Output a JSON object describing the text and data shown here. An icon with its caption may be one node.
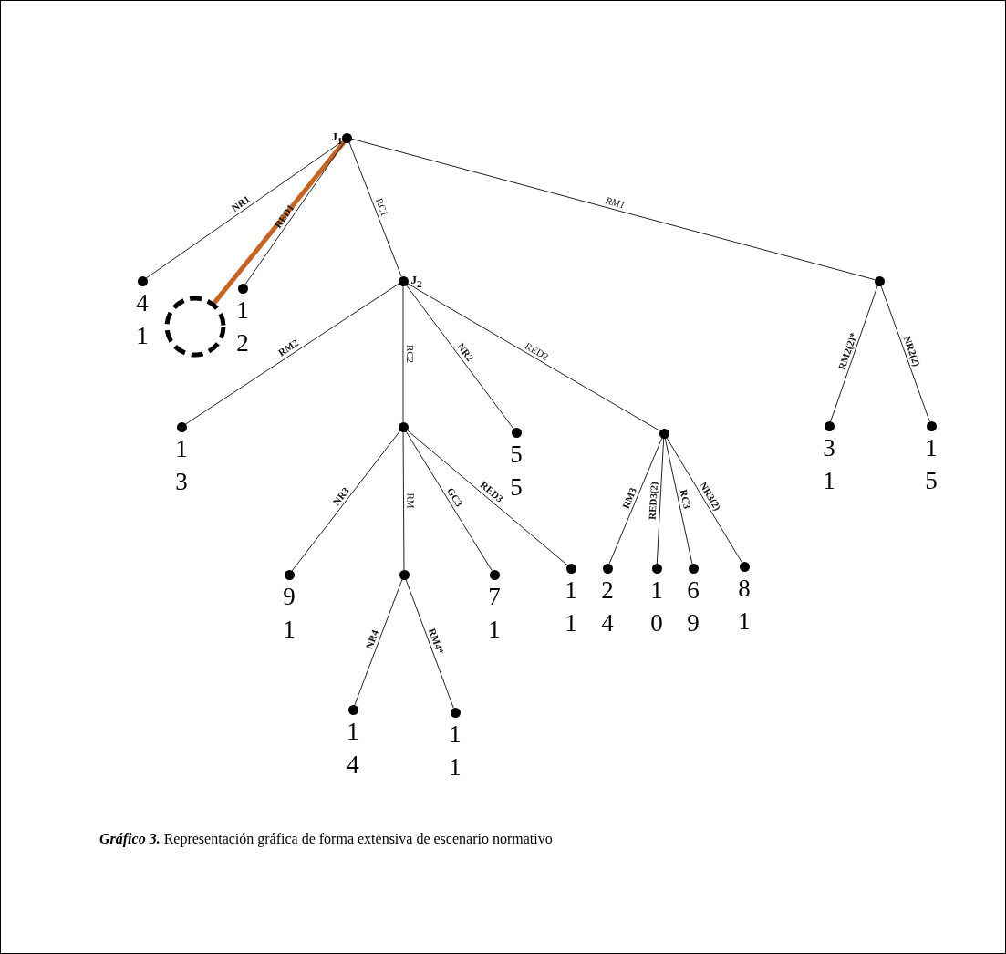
{
  "diagram": {
    "caption": "**Gráfico 3.** Representación gráfica de forma extensiva de escenario normativo",
    "nodes": [
      {
        "text": [
          "J$_{1}$"
        ]
      },
      {
        "text": [
          "4",
          "1"
        ]
      },
      {
        "text": [],
        "shape": "circle"
      },
      {
        "text": [
          "1",
          "2"
        ]
      },
      {
        "text": [
          "J$_{2}$"
        ]
      },
      {
        "text": [],
        "shape": "circle"
      },
      {
        "text": [
          "1",
          "3"
        ]
      },
      {
        "text": [],
        "shape": "circle"
      },
      {
        "text": [
          "5",
          "5"
        ]
      },
      {
        "text": [],
        "shape": "circle"
      },
      {
        "text": [
          "3",
          "1"
        ]
      },
      {
        "text": [
          "1",
          "5"
        ]
      },
      {
        "text": [
          "9",
          "1"
        ]
      },
      {
        "text": [],
        "shape": "circle"
      },
      {
        "text": [
          "7",
          "1"
        ]
      },
      {
        "text": [
          "1",
          "1"
        ]
      },
      {
        "text": [
          "2",
          "4"
        ]
      },
      {
        "text": [
          "1",
          "0"
        ]
      },
      {
        "text": [
          "6",
          "9"
        ]
      },
      {
        "text": [
          "8",
          "1"
        ]
      },
      {
        "text": [
          "1",
          "4"
        ]
      },
      {
        "text": [
          "1",
          "1"
        ]
      }
    ],
    "edges": [
      {
        "from": 0,
        "to": 1,
        "arrow": "none",
        "label": "NR1"
      },
      {
        "from": 0,
        "to": 2,
        "arrow": "none",
        "style": "thick",
        "color": "#c8641e"
      },
      {
        "from": 0,
        "to": 3,
        "arrow": "none",
        "label": "RED1"
      },
      {
        "from": 0,
        "to": 4,
        "arrow": "none",
        "label": "RC1"
      },
      {
        "from": 0,
        "to": 5,
        "arrow": "none",
        "label": "RM1"
      },
      {
        "from": 4,
        "to": 6,
        "arrow": "none",
        "label": "RM2"
      },
      {
        "from": 4,
        "to": 7,
        "arrow": "none",
        "label": "RC2"
      },
      {
        "from": 4,
        "to": 8,
        "arrow": "none",
        "label": "NR2"
      },
      {
        "from": 4,
        "to": 9,
        "arrow": "none",
        "label": "RED2"
      },
      {
        "from": 5,
        "to": 10,
        "arrow": "none",
        "label": "RM2(2)*"
      },
      {
        "from": 5,
        "to": 11,
        "arrow": "none",
        "label": "NR2(2)"
      },
      {
        "from": 7,
        "to": 12,
        "arrow": "none",
        "label": "NR3"
      },
      {
        "from": 7,
        "to": 13,
        "arrow": "none",
        "label": "RM"
      },
      {
        "from": 7,
        "to": 14,
        "arrow": "none",
        "label": "GC3"
      },
      {
        "from": 7,
        "to": 15,
        "arrow": "none",
        "label": "RED3"
      },
      {
        "from": 9,
        "to": 16,
        "arrow": "none",
        "label": "RM3"
      },
      {
        "from": 9,
        "to": 17,
        "arrow": "none",
        "label": "RED3(2)"
      },
      {
        "from": 9,
        "to": 18,
        "arrow": "none",
        "label": "RC3"
      },
      {
        "from": 9,
        "to": 19,
        "arrow": "none",
        "label": "NR3(2)"
      },
      {
        "from": 13,
        "to": 20,
        "arrow": "none",
        "label": "NR4"
      },
      {
        "from": 13,
        "to": 21,
        "arrow": "none",
        "label": "RM4*"
      }
    ]
  }
}
